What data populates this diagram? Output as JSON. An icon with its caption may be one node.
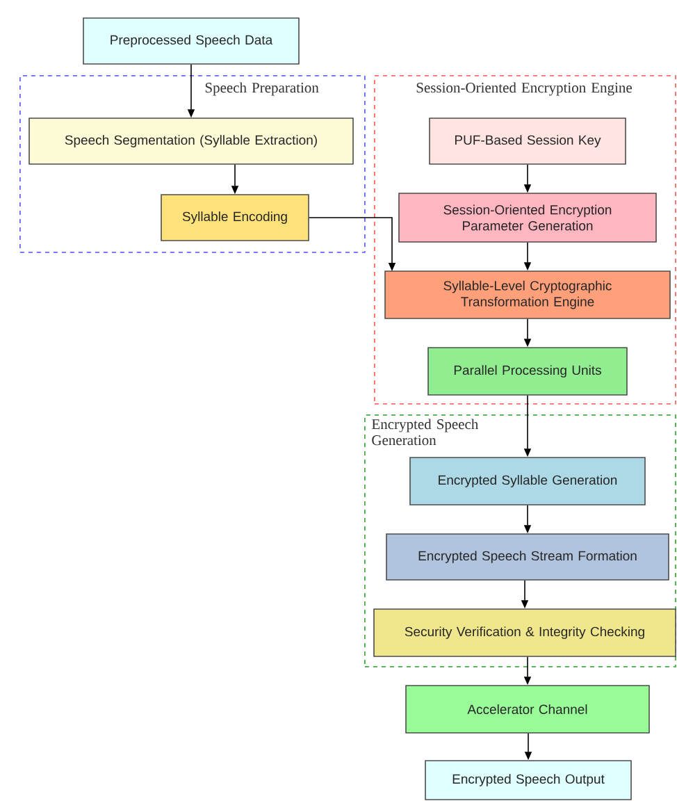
{
  "diagram": {
    "nodes": [
      {
        "text": [
          "Preprocessed Speech Data"
        ]
      },
      {
        "text": [
          "Speech Preparation"
        ]
      },
      {
        "text": [
          "Speech Segmentation (Syllable Extraction)"
        ],
        "in": 1
      },
      {
        "text": [
          "Syllable Encoding"
        ],
        "in": 1
      },
      {
        "text": [
          "Session-Oriented Encryption Engine"
        ]
      },
      {
        "text": [
          "PUF-Based Session Key"
        ],
        "in": 4
      },
      {
        "text": [
          "Session-Oriented Encryption Parameter Generation"
        ],
        "in": 4
      },
      {
        "text": [
          "Syllable-Level Cryptographic Transformation Engine"
        ],
        "in": 4
      },
      {
        "text": [
          "Parallel Processing Units"
        ],
        "in": 4
      },
      {
        "text": [
          "Encrypted Speech Generation"
        ]
      },
      {
        "text": [
          "Encrypted Syllable Generation"
        ],
        "in": 9
      },
      {
        "text": [
          "Encrypted Speech Stream Formation"
        ],
        "in": 9
      },
      {
        "text": [
          "Security Verification & Integrity Checking"
        ],
        "in": 9
      },
      {
        "text": [
          "Accelerator Channel"
        ]
      },
      {
        "text": [
          "Encrypted Speech Output"
        ]
      }
    ],
    "edges": [
      {
        "from": 0,
        "to": 2,
        "arrow": "to"
      },
      {
        "from": 2,
        "to": 3,
        "arrow": "to"
      },
      {
        "from": 3,
        "to": 7,
        "arrow": "to"
      },
      {
        "from": 5,
        "to": 6,
        "arrow": "to"
      },
      {
        "from": 6,
        "to": 7,
        "arrow": "to"
      },
      {
        "from": 7,
        "to": 8,
        "arrow": "to"
      },
      {
        "from": 8,
        "to": 10,
        "arrow": "to"
      },
      {
        "from": 10,
        "to": 11,
        "arrow": "to"
      },
      {
        "from": 11,
        "to": 12,
        "arrow": "to"
      },
      {
        "from": 12,
        "to": 13,
        "arrow": "to"
      },
      {
        "from": 13,
        "to": 14,
        "arrow": "to"
      }
    ]
  }
}
